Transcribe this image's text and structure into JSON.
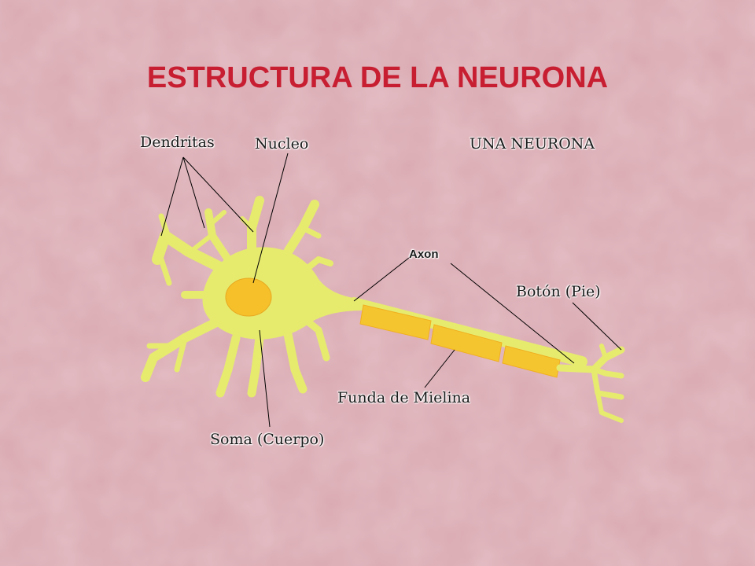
{
  "title": "ESTRUCTURA DE LA NEURONA",
  "labels": {
    "dendritas": "Dendritas",
    "nucleo": "Nucleo",
    "una_neurona": "UNA NEURONA",
    "axon": "Axon",
    "boton": "Botón (Pie)",
    "funda": "Funda de Mielina",
    "soma": "Soma (Cuerpo)"
  },
  "colors": {
    "title": "#c81e32",
    "cell_body": "#e6eb6e",
    "nucleus": "#f5c02a",
    "myelin": "#f5c530",
    "background": "#d9a8b0",
    "leader_line": "#000000"
  }
}
